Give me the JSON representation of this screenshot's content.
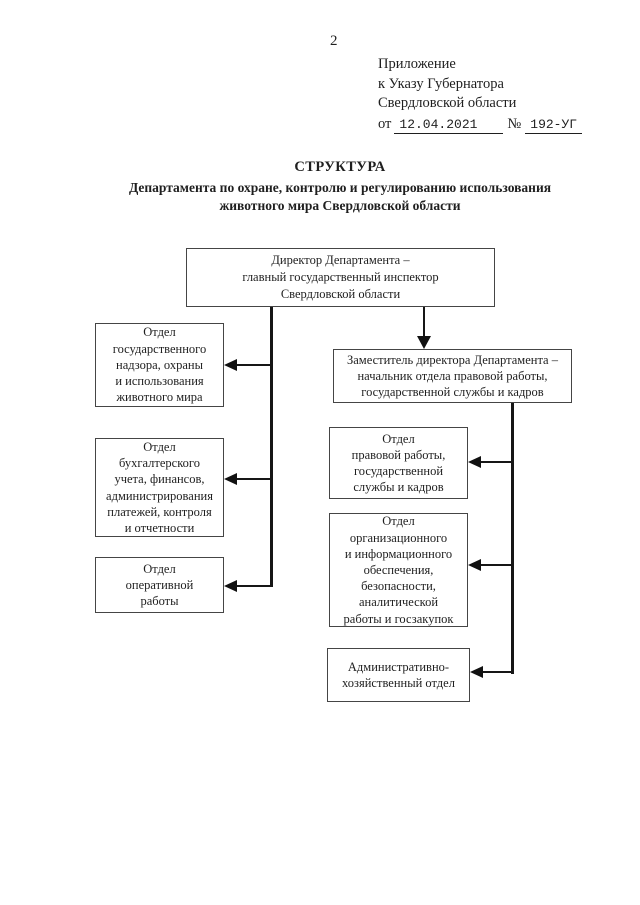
{
  "page": {
    "number": "2",
    "background_color": "#ffffff",
    "text_color": "#1f1f1f",
    "line_color": "#161616"
  },
  "approval": {
    "line1": "Приложение",
    "line2": "к Указу Губернатора",
    "line3": "Свердловской области",
    "issued_prefix": "от",
    "issued_date": "12.04.2021",
    "number_sign": "№",
    "number_value": "192-УГ"
  },
  "title": {
    "heading": "СТРУКТУРА",
    "subtitle": "Департамента по охране, контролю и регулированию использования\nживотного мира Свердловской области"
  },
  "org_chart": {
    "type": "org-chart",
    "nodes": {
      "director": {
        "text": "Директор Департамента –\nглавный государственный инспектор\nСвердловской области"
      },
      "deputy": {
        "text": "Заместитель директора Департамента –\nначальник отдела правовой работы,\nгосударственной службы и кадров"
      },
      "dept_supervision": {
        "text": "Отдел\nгосударственного\nнадзора, охраны\nи использования\nживотного мира"
      },
      "dept_accounting": {
        "text": "Отдел\nбухгалтерского\nучета, финансов,\nадминистрирования\nплатежей, контроля\nи отчетности"
      },
      "dept_operational": {
        "text": "Отдел\nоперативной\nработы"
      },
      "dept_legal": {
        "text": "Отдел\nправовой работы,\nгосударственной\nслужбы и кадров"
      },
      "dept_org_info": {
        "text": "Отдел\nорганизационного\nи информационного\nобеспечения,\nбезопасности,\nаналитической\nработы и госзакупок"
      },
      "dept_admin": {
        "text": "Административно-\nхозяйственный отдел"
      }
    },
    "edges": [
      {
        "from": "director",
        "to": "dept_supervision"
      },
      {
        "from": "director",
        "to": "dept_accounting"
      },
      {
        "from": "director",
        "to": "dept_operational"
      },
      {
        "from": "director",
        "to": "deputy"
      },
      {
        "from": "deputy",
        "to": "dept_legal"
      },
      {
        "from": "deputy",
        "to": "dept_org_info"
      },
      {
        "from": "deputy",
        "to": "dept_admin"
      }
    ]
  }
}
